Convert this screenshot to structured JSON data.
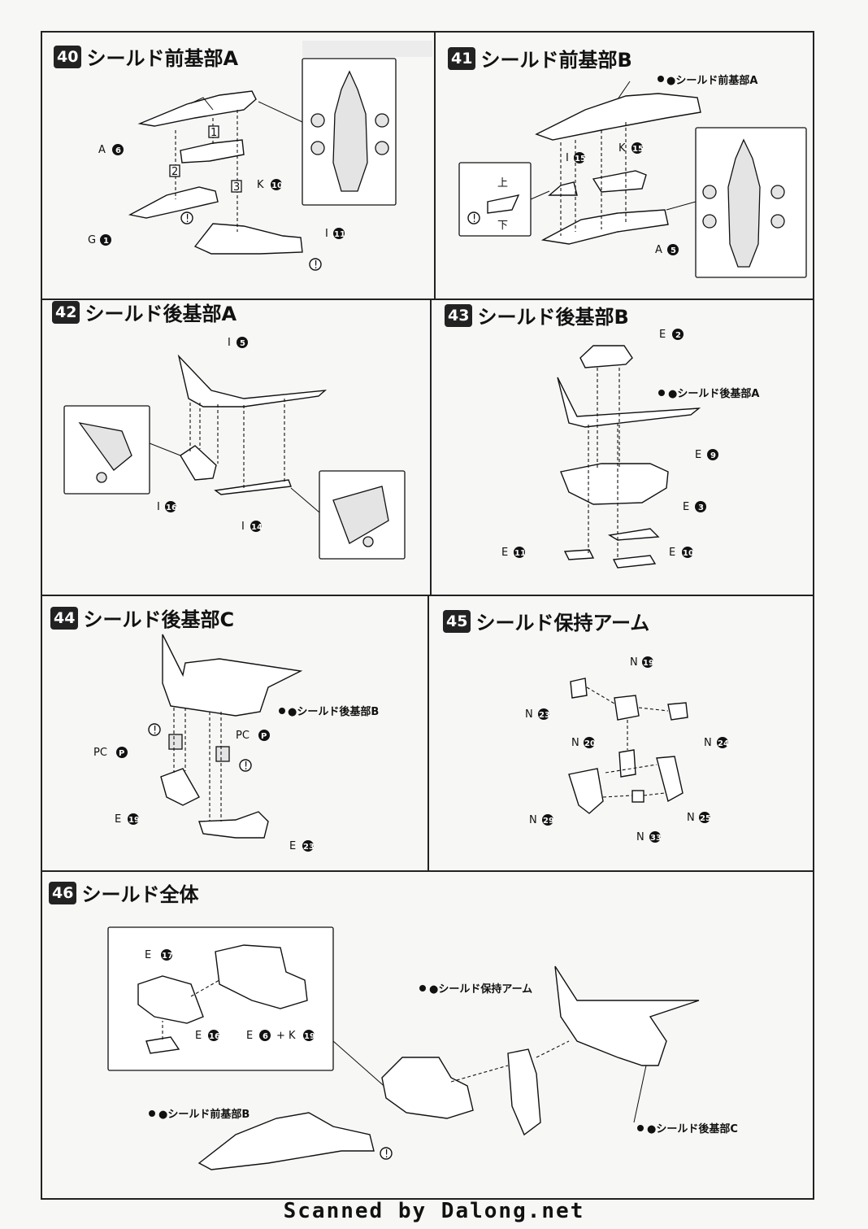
{
  "steps": [
    {
      "num": "40",
      "title": "シールド前基部A",
      "labels": [
        "A",
        "6",
        "G",
        "1",
        "K",
        "10",
        "I",
        "11",
        "1",
        "2",
        "3"
      ]
    },
    {
      "num": "41",
      "title": "シールド前基部B",
      "labels": [
        "●シールド前基部A",
        "I",
        "15",
        "K",
        "15",
        "A",
        "5",
        "上",
        "下"
      ]
    },
    {
      "num": "42",
      "title": "シールド後基部A",
      "labels": [
        "I",
        "5",
        "I",
        "16",
        "I",
        "14"
      ]
    },
    {
      "num": "43",
      "title": "シールド後基部B",
      "labels": [
        "E",
        "2",
        "●シールド後基部A",
        "E",
        "9",
        "E",
        "3",
        "E",
        "11",
        "E",
        "10"
      ]
    },
    {
      "num": "44",
      "title": "シールド後基部C",
      "labels": [
        "●シールド後基部B",
        "PC",
        "P",
        "PC",
        "P",
        "E",
        "19",
        "E",
        "23"
      ]
    },
    {
      "num": "45",
      "title": "シールド保持アーム",
      "labels": [
        "N",
        "19",
        "N",
        "23",
        "N",
        "24",
        "N",
        "20",
        "N",
        "29",
        "N",
        "25",
        "N",
        "33"
      ]
    },
    {
      "num": "46",
      "title": "シールド全体",
      "labels": [
        "E",
        "17",
        "E",
        "16",
        "E",
        "6",
        "+ K",
        "19",
        "●シールド保持アーム",
        "●シールド前基部B",
        "●シールド後基部C"
      ]
    }
  ],
  "footer": "Scanned by Dalong.net"
}
